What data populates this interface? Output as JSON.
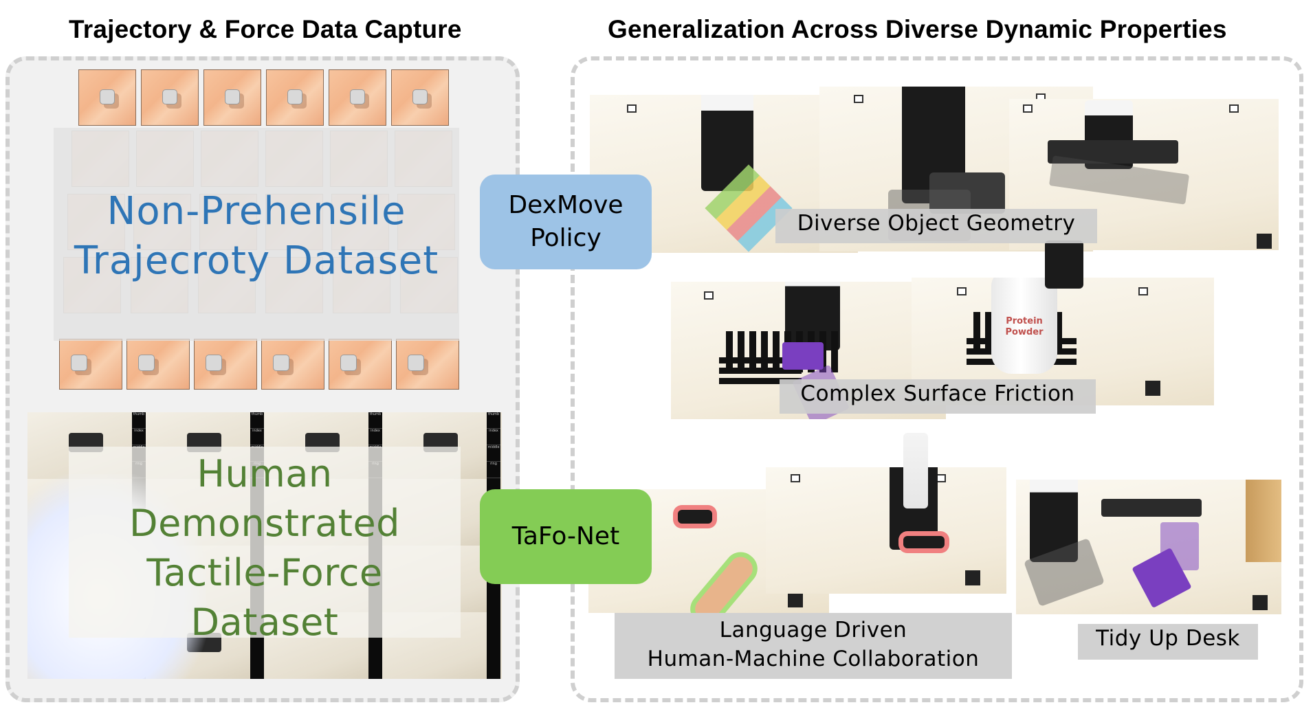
{
  "titles": {
    "left": "Trajectory & Force Data Capture",
    "right": "Generalization Across Diverse Dynamic Properties"
  },
  "left_panel": {
    "trajectory_dataset": {
      "line1": "Non-Prehensile",
      "line2": "Trajecroty Dataset",
      "text_color": "#2e75b6"
    },
    "human_dataset": {
      "line1": "Human",
      "line2": "Demonstrated",
      "line3": "Tactile-Force",
      "line4": "Dataset",
      "text_color": "#538135"
    },
    "finger_labels": [
      "thumb",
      "index",
      "middle",
      "ring"
    ]
  },
  "methods": {
    "dexmove": {
      "line1": "DexMove",
      "line2": "Policy",
      "color": "#9dc3e6"
    },
    "tafonet": {
      "label": "TaFo-Net",
      "color": "#84cc55"
    }
  },
  "right_panel": {
    "captions": {
      "geometry": "Diverse Object Geometry",
      "friction": "Complex Surface Friction",
      "language_line1": "Language Driven",
      "language_line2": "Human-Machine Collaboration",
      "tidy": "Tidy Up Desk"
    },
    "jar_label_line1": "Protein",
    "jar_label_line2": "Powder"
  }
}
